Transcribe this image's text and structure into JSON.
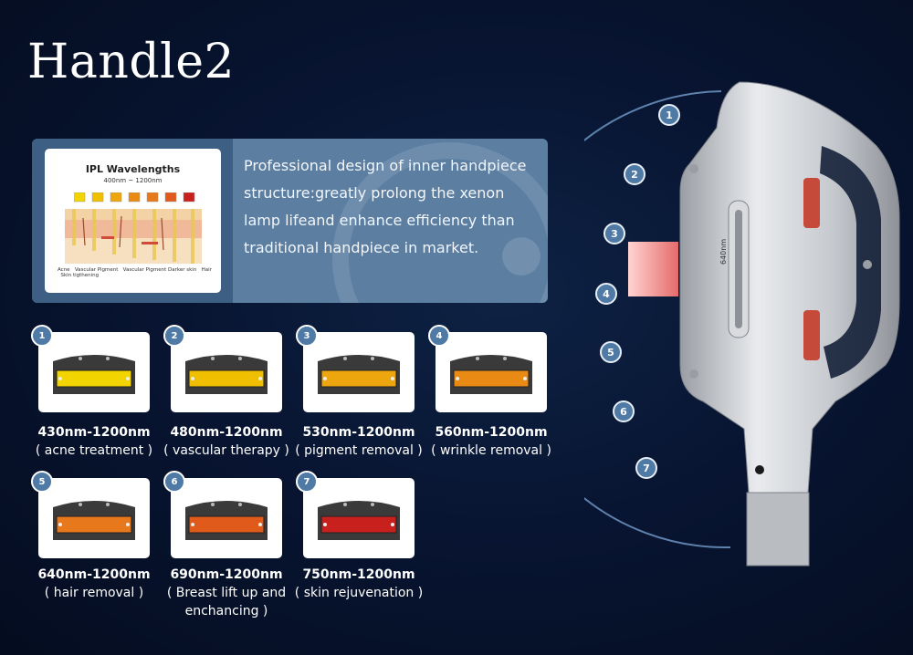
{
  "title": "Handle2",
  "info": {
    "image_title": "IPL Wavelengths",
    "image_subtitle": "400nm ~ 1200nm",
    "image_caption_acne": "Acne",
    "image_caption_vascular": "Vascular Pigment",
    "image_caption_vascular2": "Vascular Pigment Darker skin",
    "image_caption_hair": "Hair",
    "image_caption_skin": "Skin tigthening",
    "text": "Professional design of inner handpiece structure:greatly prolong the xenon lamp lifeand enhance efficiency than traditional handpiece in market."
  },
  "filters": [
    {
      "num": "1",
      "wavelength": "430nm-1200nm",
      "desc": "( acne treatment )",
      "color": "#f2d400"
    },
    {
      "num": "2",
      "wavelength": "480nm-1200nm",
      "desc": "( vascular therapy )",
      "color": "#f0c000"
    },
    {
      "num": "3",
      "wavelength": "530nm-1200nm",
      "desc": "( pigment removal )",
      "color": "#eea60e"
    },
    {
      "num": "4",
      "wavelength": "560nm-1200nm",
      "desc": "( wrinkle removal )",
      "color": "#e98a14"
    },
    {
      "num": "5",
      "wavelength": "640nm-1200nm",
      "desc": "( hair removal )",
      "color": "#e8781c"
    },
    {
      "num": "6",
      "wavelength": "690nm-1200nm",
      "desc": "( Breast lift up and enchancing )",
      "color": "#e05a1c"
    },
    {
      "num": "7",
      "wavelength": "750nm-1200nm",
      "desc": "( skin rejuvenation )",
      "color": "#c8201c"
    }
  ],
  "device": {
    "markers": [
      "1",
      "2",
      "3",
      "4",
      "5",
      "6",
      "7"
    ],
    "filter_label": "640nm"
  }
}
